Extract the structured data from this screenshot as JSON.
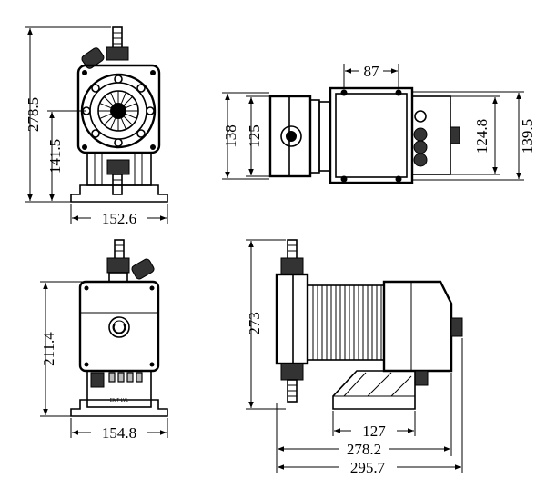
{
  "views": {
    "front": {
      "height_total": "278.5",
      "height_center": "141.5",
      "width_base": "152.6"
    },
    "top": {
      "width_body": "87",
      "height_left_outer": "138",
      "height_left_inner": "125",
      "height_right_inner": "124.8",
      "height_right_outer": "139.5"
    },
    "rear": {
      "height_body": "211.4",
      "width_base": "154.8",
      "plate_text": "EMT LVL"
    },
    "side": {
      "height_total": "273",
      "length_base": "127",
      "length_mid": "278.2",
      "length_total": "295.7"
    }
  }
}
